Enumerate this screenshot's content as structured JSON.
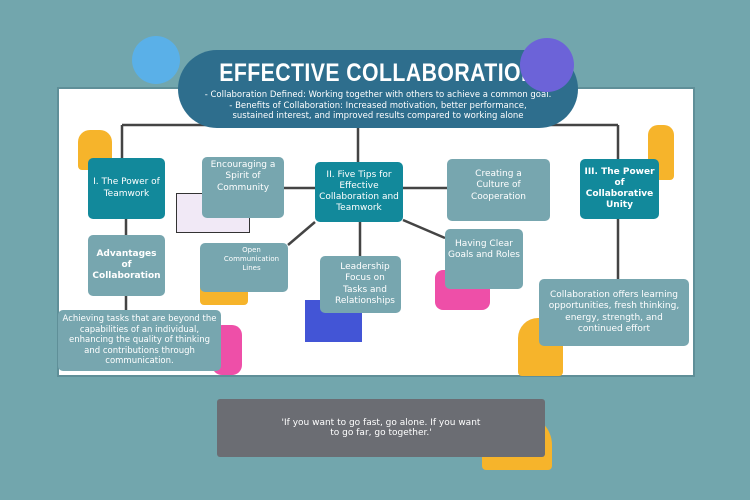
{
  "header": {
    "title": "EFFECTIVE COLLABORATION",
    "line1": "- Collaboration Defined: Working together with others to achieve a common goal.",
    "line2": "- Benefits of Collaboration: Increased motivation, better performance, sustained interest, and improved results compared to working alone"
  },
  "nodes": {
    "power_teamwork": "I. The Power of Teamwork",
    "advantages": "Advantages of Collaboration",
    "achieving": "Achieving tasks that are beyond the capabilities of an individual, enhancing the quality of thinking and contributions through communication.",
    "encouraging": "Encouraging a Spirit of Community",
    "open_comm": "Open Communication Lines",
    "five_tips": "II. Five Tips for Effective Collaboration and Teamwork",
    "leadership": "Leadership Focus on Tasks and Relationships",
    "culture": "Creating a Culture of Cooperation",
    "goals": "Having Clear Goals and Roles",
    "power_unity": "III. The Power of Collaborative Unity",
    "offers": "Collaboration offers learning opportunities, fresh thinking, energy, strength, and continued effort"
  },
  "quote": "'If you want to go fast, go alone. If you want to go far, go together.'",
  "colors": {
    "background": "#72a6ad",
    "header": "#2e6e8d",
    "primary_node": "#12899b",
    "secondary_node": "#77a6af",
    "quote_box": "#6b6d73"
  }
}
